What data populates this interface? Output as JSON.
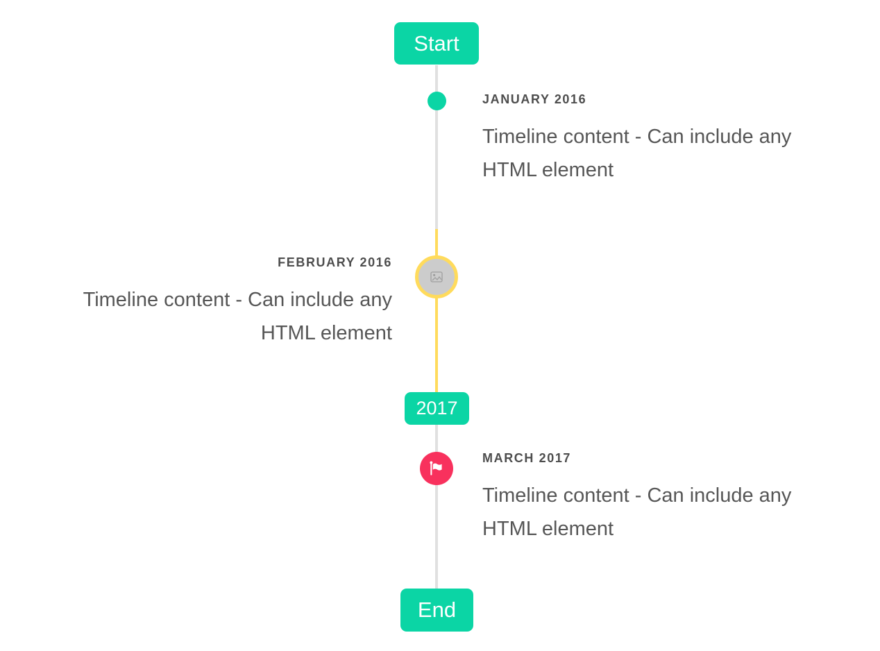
{
  "colors": {
    "flag_background": "#0bd5a5",
    "line_gray": "#e0e0e0",
    "line_yellow": "#ffdb5c",
    "marker_dot_teal": "#0bd5a5",
    "marker_image_fill": "#cccccc",
    "marker_image_border": "#ffdb5c",
    "marker_flag_red": "#f8315d",
    "title_text": "#4d4d4d",
    "content_text": "#565656",
    "flag_text": "#ffffff"
  },
  "timeline": {
    "start_flag": "Start",
    "year_flag": "2017",
    "end_flag": "End",
    "items": [
      {
        "title": "JANUARY 2016",
        "content": "Timeline content - Can include any HTML element",
        "side": "right",
        "marker": "teal-dot"
      },
      {
        "title": "FEBRUARY 2016",
        "content": "Timeline content - Can include any HTML element",
        "side": "left",
        "marker": "gray-image-circle-yellow-border"
      },
      {
        "title": "MARCH 2017",
        "content": "Timeline content - Can include any HTML element",
        "side": "right",
        "marker": "red-flag-circle"
      }
    ]
  }
}
